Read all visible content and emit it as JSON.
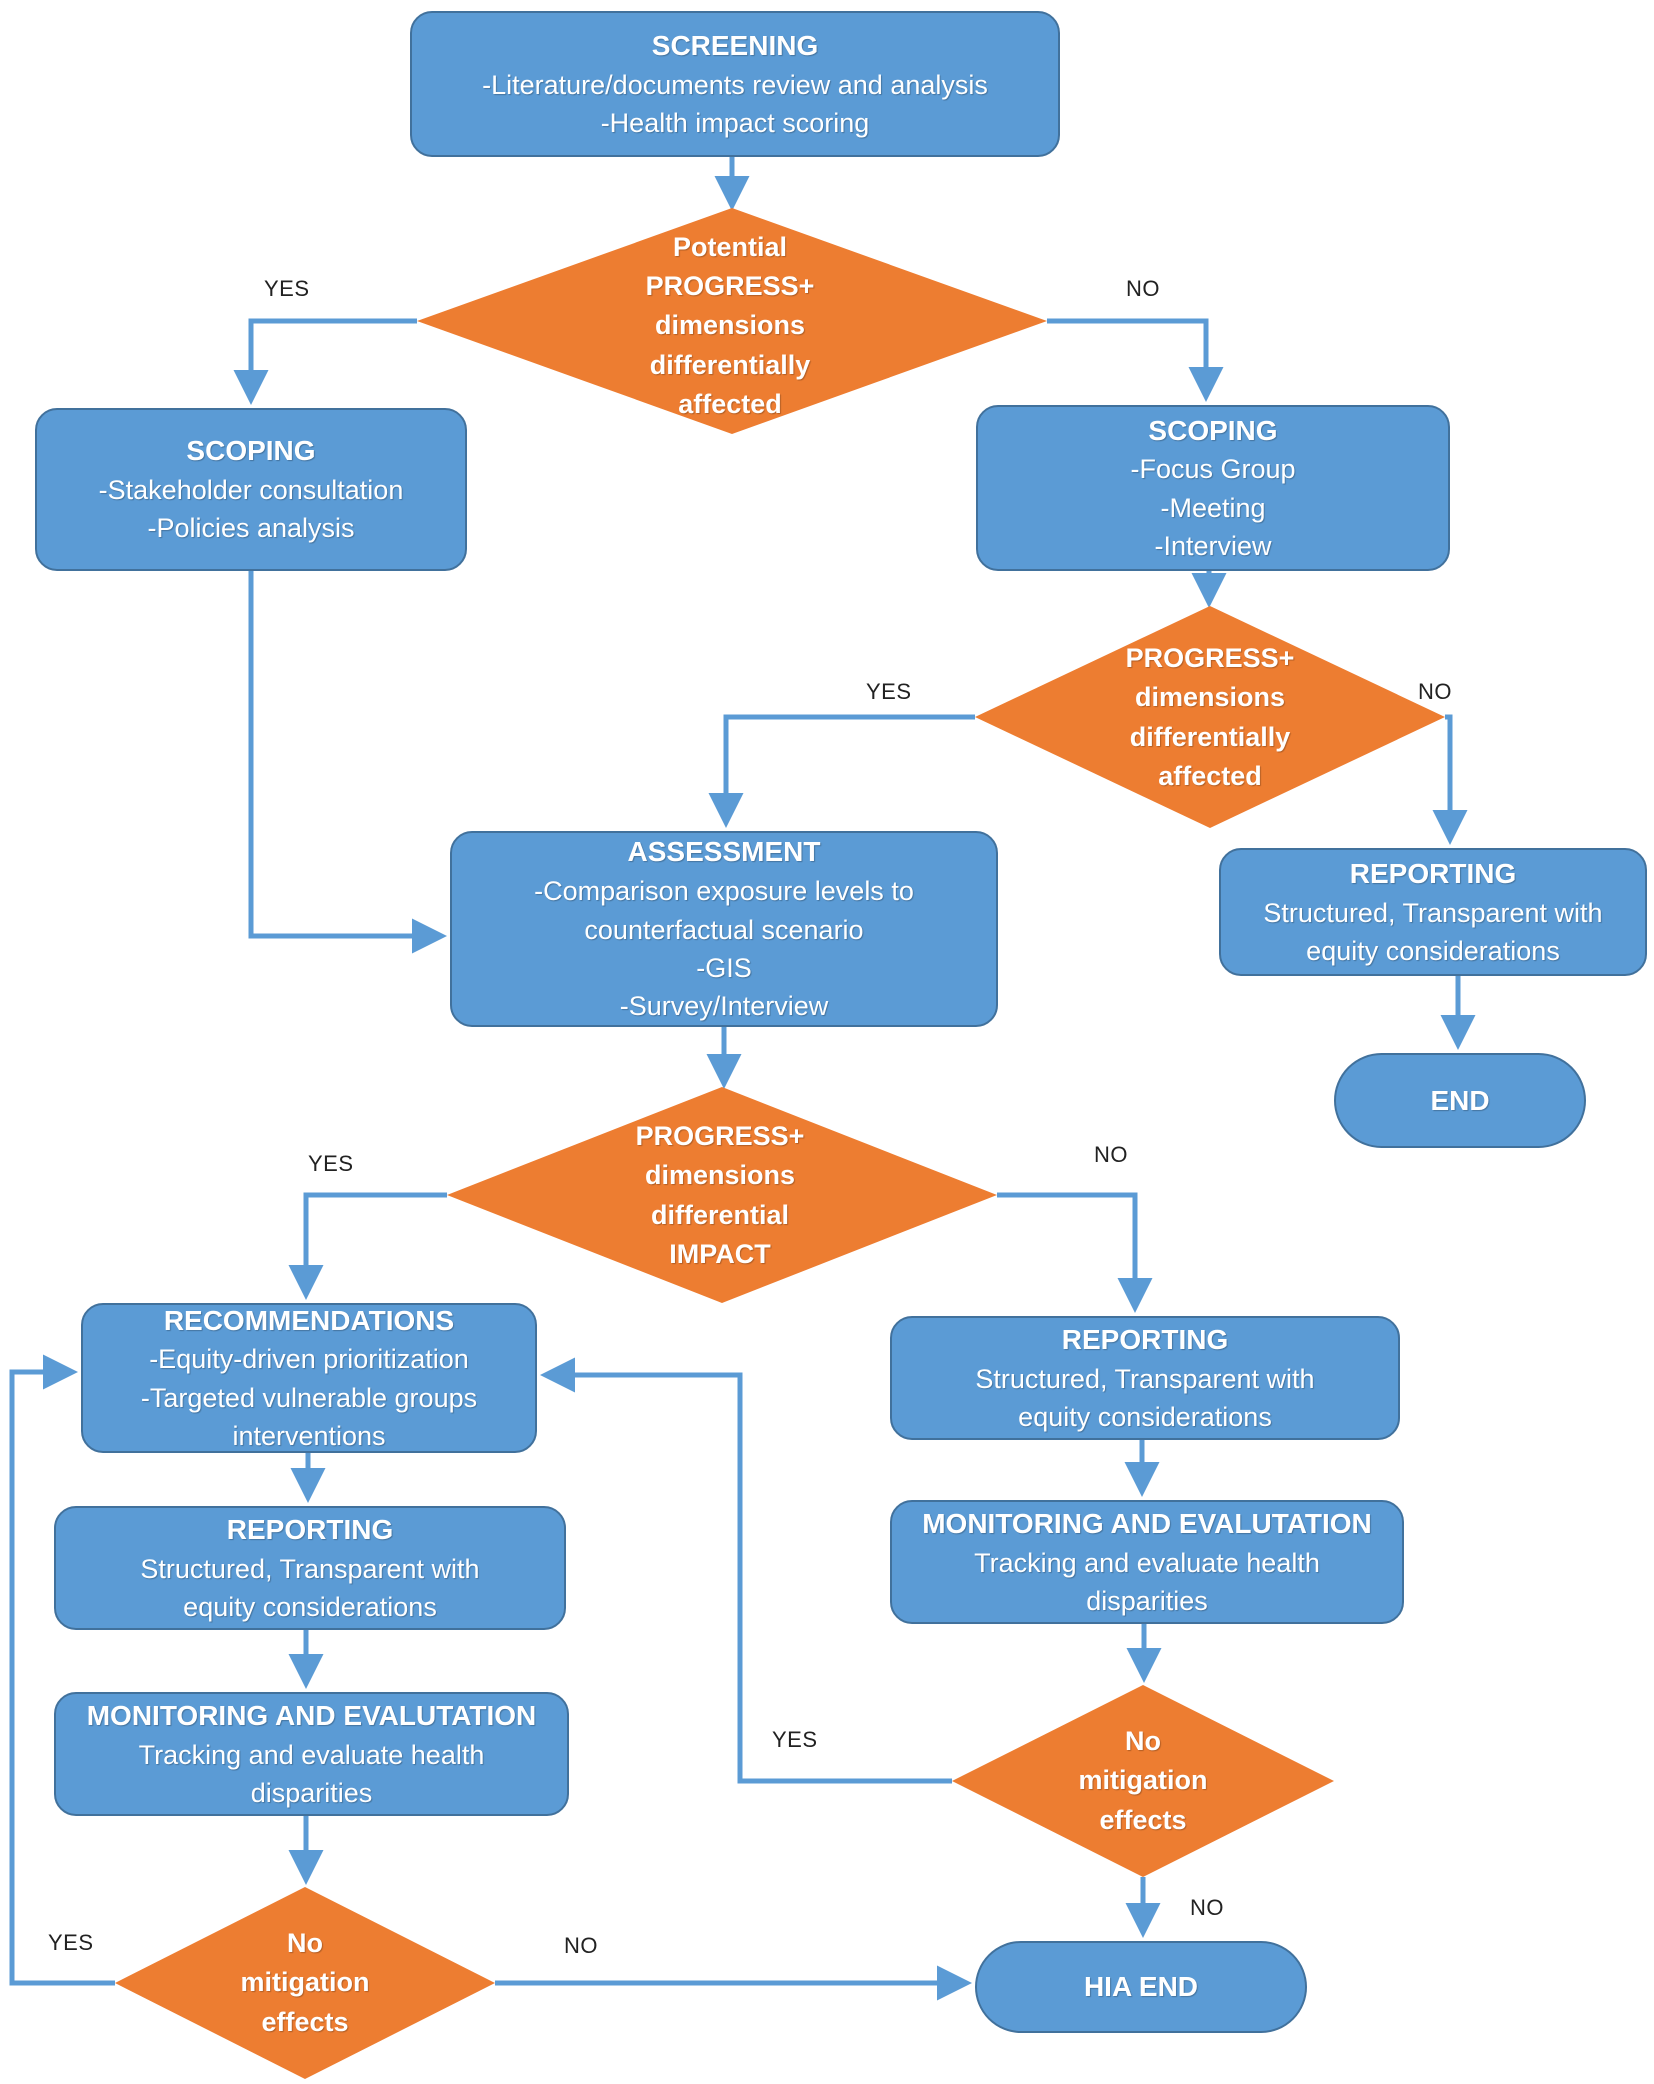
{
  "nodes": {
    "screening": {
      "title": "SCREENING",
      "lines": [
        "-Literature/documents review and analysis",
        "-Health impact scoring"
      ]
    },
    "decision1": {
      "lines": [
        "Potential",
        "PROGRESS+",
        "dimensions",
        "differentially",
        "affected"
      ]
    },
    "scoping_left": {
      "title": "SCOPING",
      "lines": [
        "-Stakeholder consultation",
        "-Policies analysis"
      ]
    },
    "scoping_right": {
      "title": "SCOPING",
      "lines": [
        "-Focus Group",
        "-Meeting",
        "-Interview"
      ]
    },
    "decision2": {
      "lines": [
        "PROGRESS+",
        "dimensions",
        "differentially",
        "affected"
      ]
    },
    "reporting_top": {
      "title": "REPORTING",
      "lines": [
        "Structured, Transparent with",
        "equity considerations"
      ]
    },
    "end": {
      "title": "END"
    },
    "assessment": {
      "title": "ASSESSMENT",
      "lines": [
        "-Comparison exposure levels to",
        "counterfactual scenario",
        "-GIS",
        "-Survey/Interview"
      ]
    },
    "decision3": {
      "lines": [
        "PROGRESS+",
        "dimensions",
        "differential",
        "IMPACT"
      ]
    },
    "recommendations": {
      "title": "RECOMMENDATIONS",
      "lines": [
        "-Equity-driven prioritization",
        "-Targeted vulnerable groups",
        "interventions"
      ]
    },
    "reporting_left": {
      "title": "REPORTING",
      "lines": [
        "Structured, Transparent with",
        "equity considerations"
      ]
    },
    "monitoring_left": {
      "title": "MONITORING AND EVALUTATION",
      "lines": [
        "Tracking and evaluate health",
        "disparities"
      ]
    },
    "decision_left": {
      "lines": [
        "No",
        "mitigation",
        "effects"
      ]
    },
    "reporting_right": {
      "title": "REPORTING",
      "lines": [
        "Structured, Transparent with",
        "equity considerations"
      ]
    },
    "monitoring_right": {
      "title": "MONITORING AND EVALUTATION",
      "lines": [
        "Tracking and evaluate health",
        "disparities"
      ]
    },
    "decision_right": {
      "lines": [
        "No",
        "mitigation",
        "effects"
      ]
    },
    "hia_end": {
      "title": "HIA END"
    }
  },
  "edge_labels": {
    "d1_yes": "YES",
    "d1_no": "NO",
    "d2_yes": "YES",
    "d2_no": "NO",
    "d3_yes": "YES",
    "d3_no": "NO",
    "dl_yes": "YES",
    "dl_no": "NO",
    "dr_yes": "YES",
    "dr_no": "NO"
  },
  "colors": {
    "box_fill": "#5b9bd5",
    "box_border": "#41719c",
    "decision_fill": "#ed7d31",
    "connector": "#5b9bd5",
    "label_text": "#222222"
  }
}
